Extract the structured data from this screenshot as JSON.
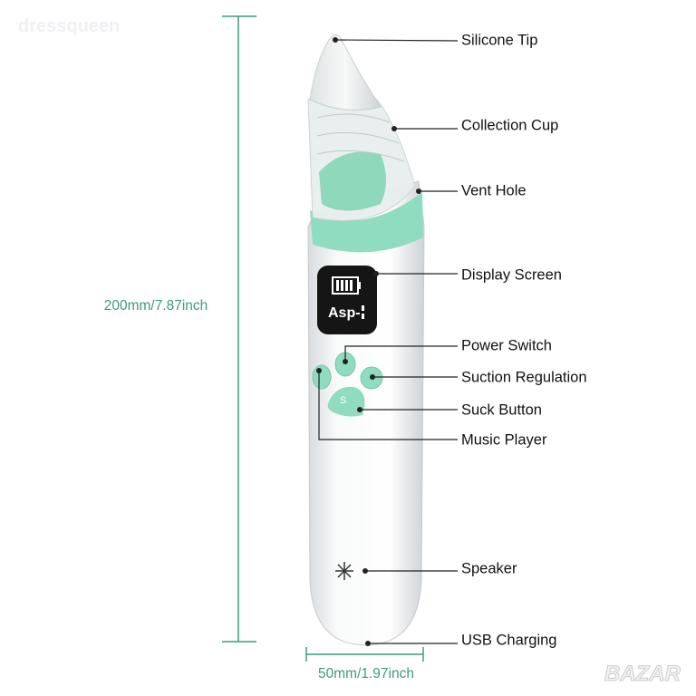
{
  "watermark": "dressqueen",
  "corner_logo": "BAZAR",
  "screen": {
    "text": "Asp-"
  },
  "button_letter": "S",
  "dimensions": {
    "height": "200mm/7.87inch",
    "width": "50mm/1.97inch"
  },
  "labels": [
    "Silicone Tip",
    "Collection Cup",
    "Vent Hole",
    "Display Screen",
    "Power Switch",
    "Suction Regulation",
    "Suck Button",
    "Music Player",
    "Speaker",
    "USB Charging"
  ],
  "colors": {
    "accent": "#8fdcc0",
    "dimension": "#3f9a7e"
  }
}
